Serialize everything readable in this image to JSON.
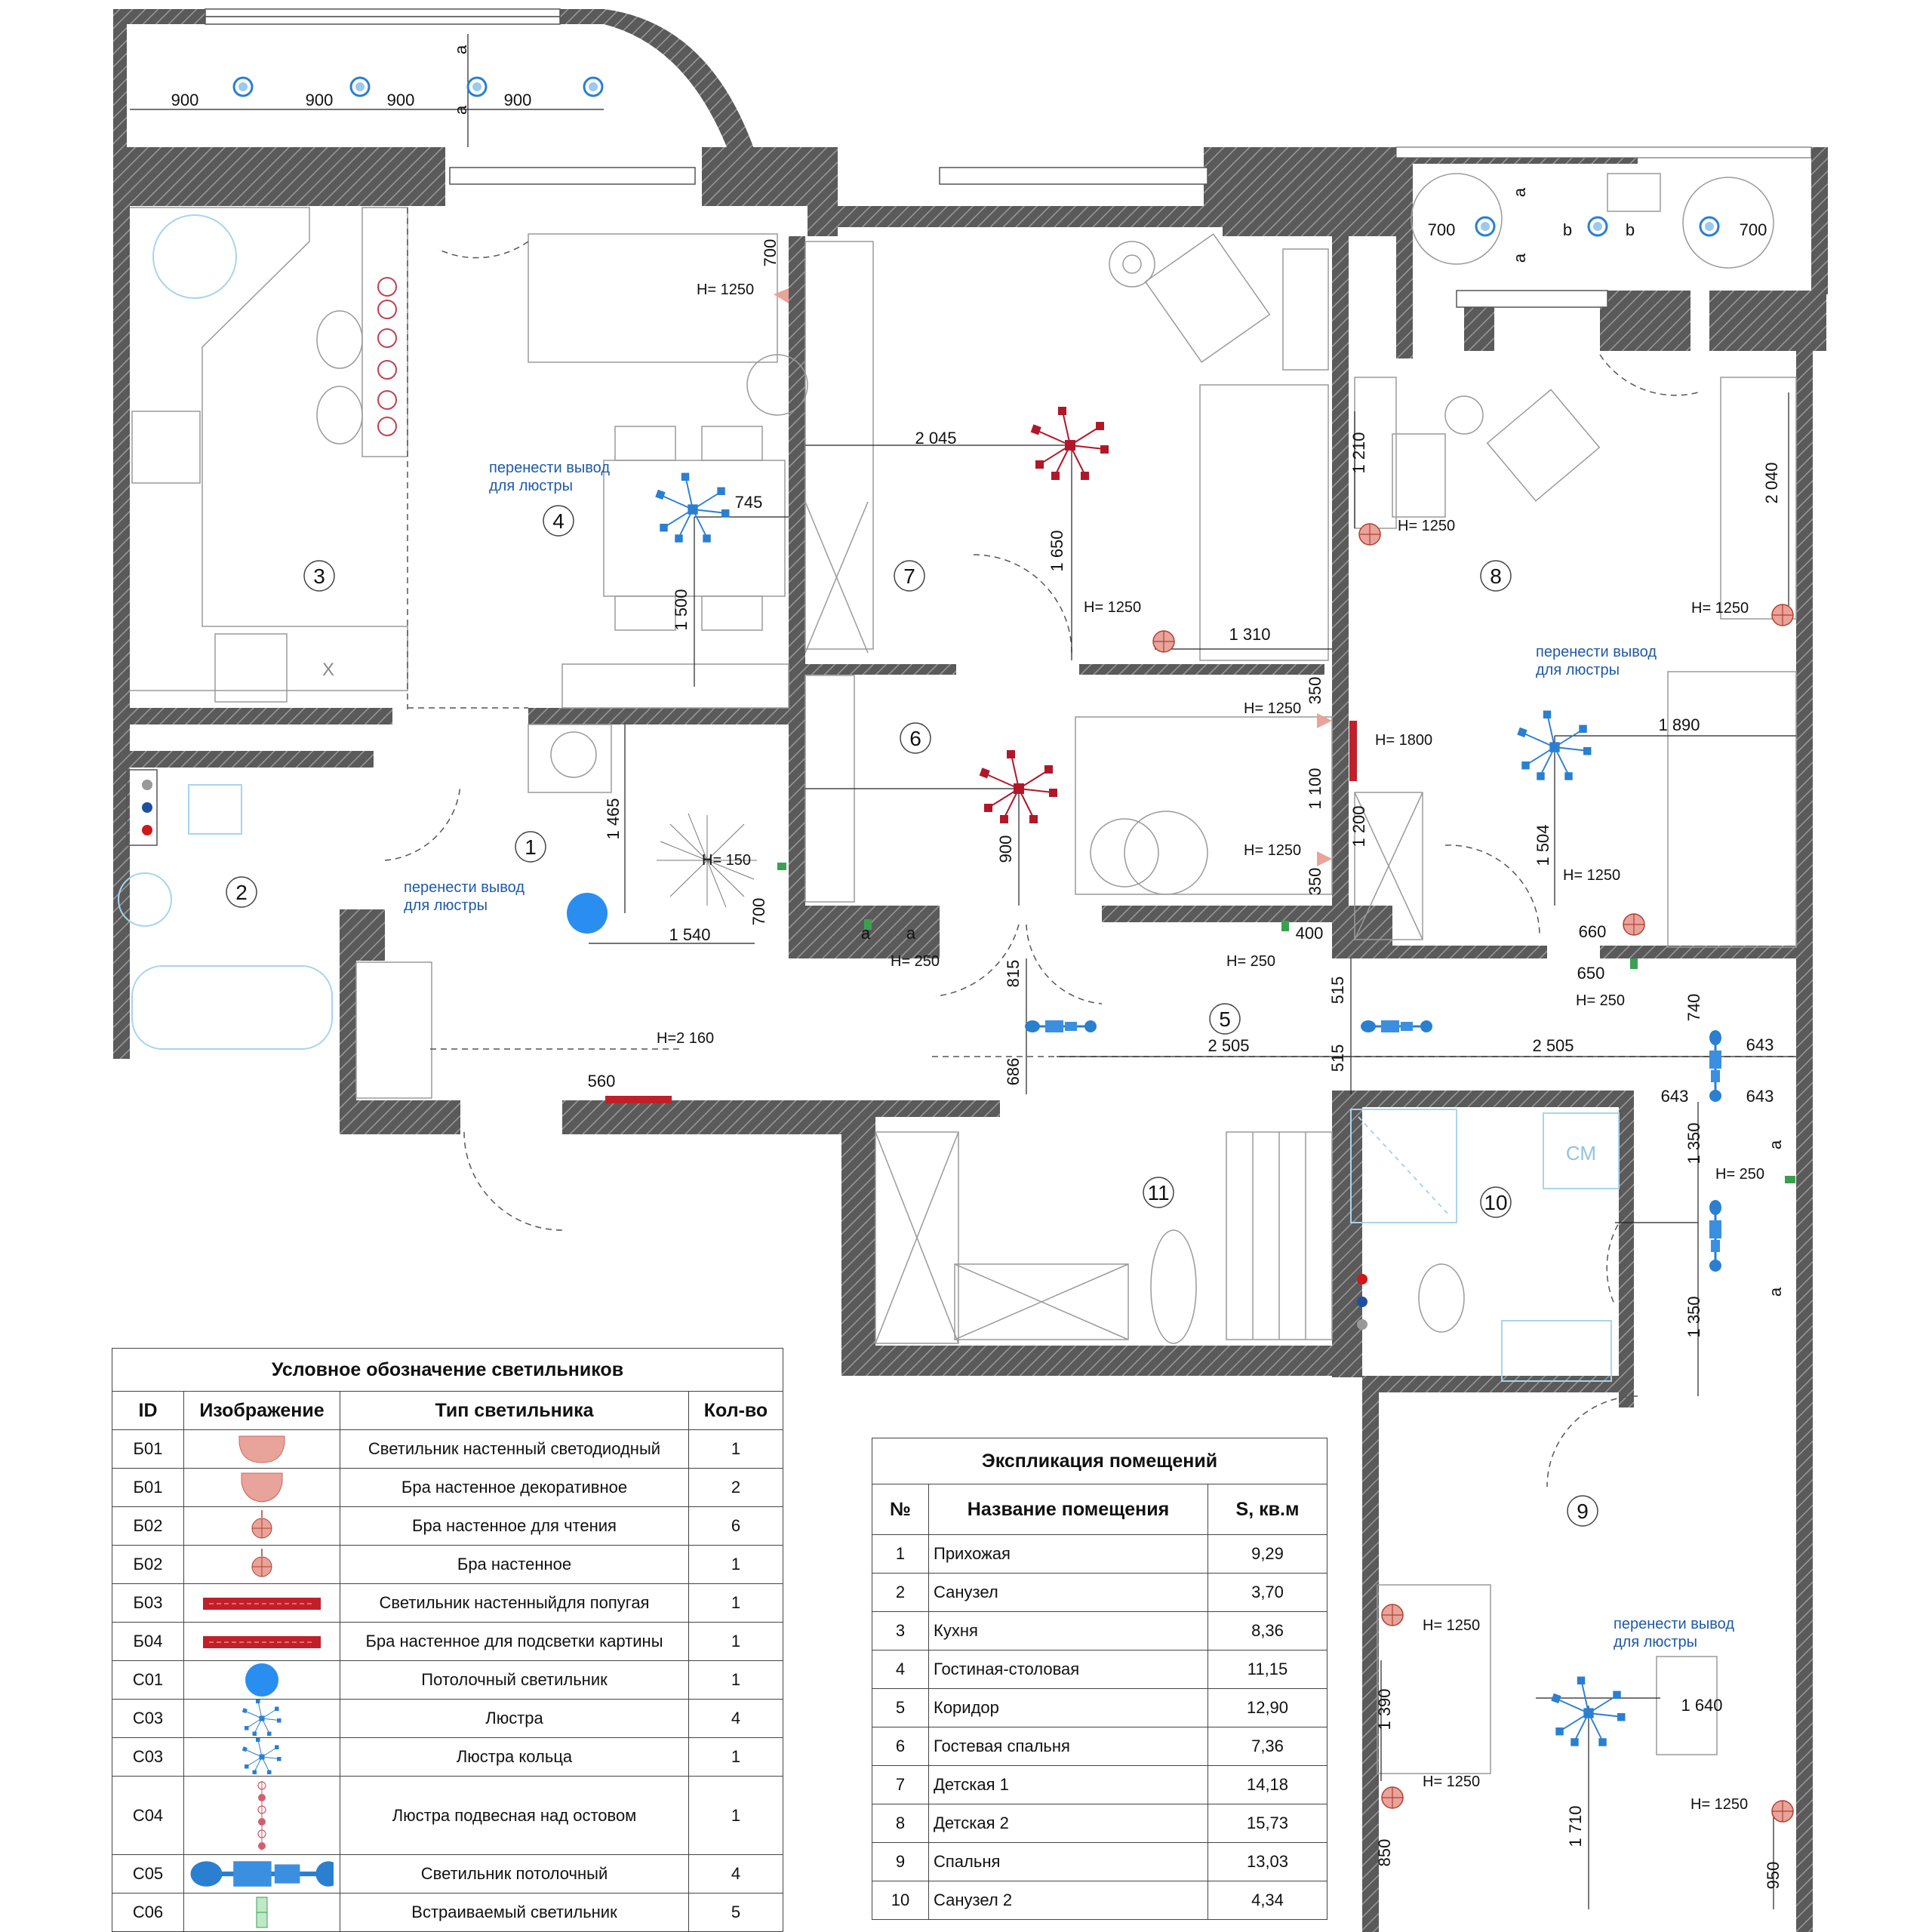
{
  "plan": {
    "rooms": [
      {
        "num": "1"
      },
      {
        "num": "2"
      },
      {
        "num": "3"
      },
      {
        "num": "4"
      },
      {
        "num": "5"
      },
      {
        "num": "6"
      },
      {
        "num": "7"
      },
      {
        "num": "8"
      },
      {
        "num": "9"
      },
      {
        "num": "10"
      },
      {
        "num": "11"
      }
    ],
    "notes": {
      "move_outlet_1": "перенести вывод",
      "move_outlet_2": "для люстры"
    },
    "dims": {
      "balcony_900": "900",
      "balcony_a": "a",
      "d700": "700",
      "d2045": "2 045",
      "d745": "745",
      "d1650": "1 650",
      "d1500": "1 500",
      "d1310": "1 310",
      "d1210": "1 210",
      "d2040": "2 040",
      "d350": "350",
      "d1100": "1 100",
      "d1200": "1 200",
      "d1890": "1 890",
      "d1504": "1 504",
      "d1465": "1 465",
      "d1540": "1 540",
      "d900": "900",
      "d400": "400",
      "d815": "815",
      "d515": "515",
      "d2505": "2 505",
      "d686": "686",
      "d560": "560",
      "d660": "660",
      "d650": "650",
      "d740": "740",
      "d643": "643",
      "d1350": "1 350",
      "d1390": "1 390",
      "d1640": "1 640",
      "d1710": "1 710",
      "d850": "850",
      "d950": "950",
      "b": "b",
      "cm": "СМ",
      "x": "X"
    },
    "heights": {
      "h1250": "H= 1250",
      "h1800": "H= 1800",
      "h150": "H= 150",
      "h250": "H= 250",
      "h2160": "H=2 160"
    }
  },
  "legend": {
    "title": "Условное обозначение светильников",
    "headers": [
      "ID",
      "Изображение",
      "Тип светильника",
      "Кол-во"
    ],
    "rows": [
      {
        "id": "Б01",
        "icon": "wall-led-light-icon",
        "type": "Светильник настенный светодиодный",
        "qty": "1"
      },
      {
        "id": "Б01",
        "icon": "decorative-sconce-icon",
        "type": "Бра настенное декоративное",
        "qty": "2"
      },
      {
        "id": "Б02",
        "icon": "reading-sconce-icon",
        "type": "Бра настенное для чтения",
        "qty": "6"
      },
      {
        "id": "Б02",
        "icon": "wall-sconce-icon",
        "type": "Бра настенное",
        "qty": "1"
      },
      {
        "id": "Б03",
        "icon": "parrot-wall-light-icon",
        "type": "Светильник настенныйдля попугая",
        "qty": "1"
      },
      {
        "id": "Б04",
        "icon": "picture-light-icon",
        "type": "Бра настенное для подсветки картины",
        "qty": "1"
      },
      {
        "id": "С01",
        "icon": "ceiling-light-icon",
        "type": "Потолочный светильник",
        "qty": "1"
      },
      {
        "id": "С03",
        "icon": "chandelier-icon",
        "type": "Люстра",
        "qty": "4"
      },
      {
        "id": "С03",
        "icon": "ring-chandelier-icon",
        "type": "Люстра кольца",
        "qty": "1"
      },
      {
        "id": "С04",
        "icon": "pendant-over-island-icon",
        "type": "Люстра подвесная над остовом",
        "qty": "1"
      },
      {
        "id": "С05",
        "icon": "ceiling-spot-icon",
        "type": "Светильник потолочный",
        "qty": "4"
      },
      {
        "id": "С06",
        "icon": "recessed-light-icon",
        "type": "Встраиваемый светильник",
        "qty": "5"
      }
    ]
  },
  "explication": {
    "title": "Экспликация помещений",
    "headers": [
      "№",
      "Название помещения",
      "S, кв.м"
    ],
    "rows": [
      {
        "n": "1",
        "name": "Прихожая",
        "area": "9,29"
      },
      {
        "n": "2",
        "name": "Санузел",
        "area": "3,70"
      },
      {
        "n": "3",
        "name": "Кухня",
        "area": "8,36"
      },
      {
        "n": "4",
        "name": "Гостиная-столовая",
        "area": "11,15"
      },
      {
        "n": "5",
        "name": "Коридор",
        "area": "12,90"
      },
      {
        "n": "6",
        "name": "Гостевая спальня",
        "area": "7,36"
      },
      {
        "n": "7",
        "name": "Детская 1",
        "area": "14,18"
      },
      {
        "n": "8",
        "name": "Детская 2",
        "area": "15,73"
      },
      {
        "n": "9",
        "name": "Спальня",
        "area": "13,03"
      },
      {
        "n": "10",
        "name": "Санузел 2",
        "area": "4,34"
      }
    ]
  },
  "colors": {
    "wall": "#3a3a3a",
    "chandelier_red": "#b0182a",
    "chandelier_blue": "#2a7fd0",
    "sconce_red": "#e08a80",
    "note_blue": "#1f5aa6"
  }
}
